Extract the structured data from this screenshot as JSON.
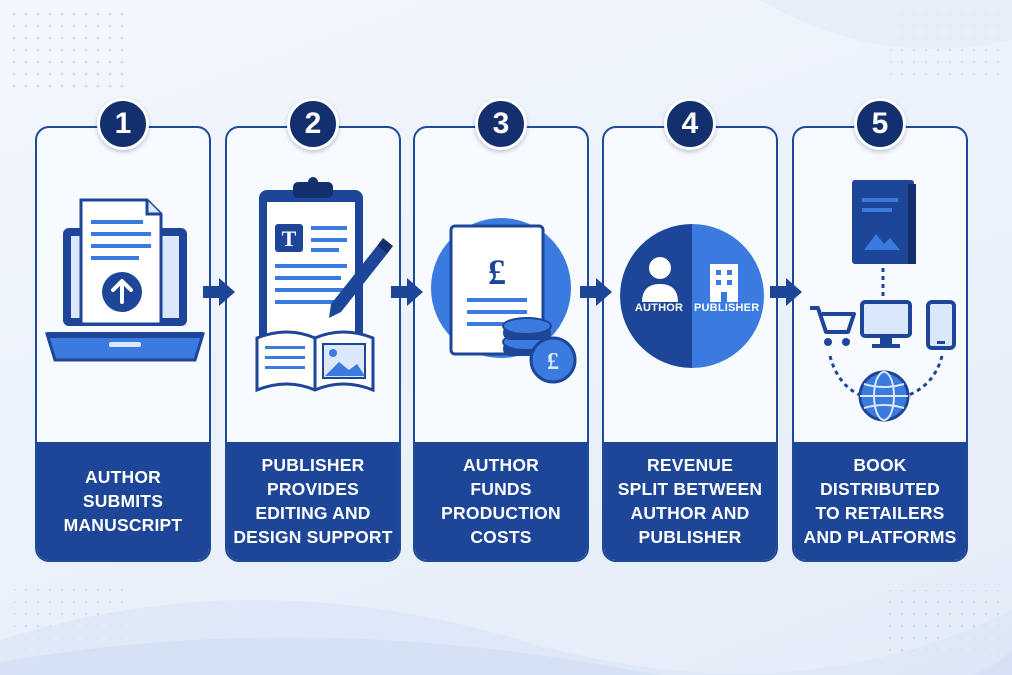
{
  "steps": [
    {
      "number": "1",
      "lines": [
        "AUTHOR",
        "SUBMITS",
        "MANUSCRIPT"
      ]
    },
    {
      "number": "2",
      "lines": [
        "PUBLISHER",
        "PROVIDES",
        "EDITING AND",
        "DESIGN SUPPORT"
      ]
    },
    {
      "number": "3",
      "lines": [
        "AUTHOR",
        "FUNDS",
        "PRODUCTION",
        "COSTS"
      ]
    },
    {
      "number": "4",
      "lines": [
        "REVENUE",
        "SPLIT BETWEEN",
        "AUTHOR AND",
        "PUBLISHER"
      ]
    },
    {
      "number": "5",
      "lines": [
        "BOOK",
        "DISTRIBUTED",
        "TO RETAILERS",
        "AND PLATFORMS"
      ]
    }
  ],
  "icons": {
    "document_letter": "T",
    "currency_symbol": "£",
    "coin_symbol": "£"
  },
  "split_labels": {
    "left": "AUTHOR",
    "right": "PUBLISHER"
  },
  "colors": {
    "navy": "#132f6e",
    "primary": "#1d4699",
    "accent": "#3b7be0",
    "light": "#dbe7fb"
  }
}
